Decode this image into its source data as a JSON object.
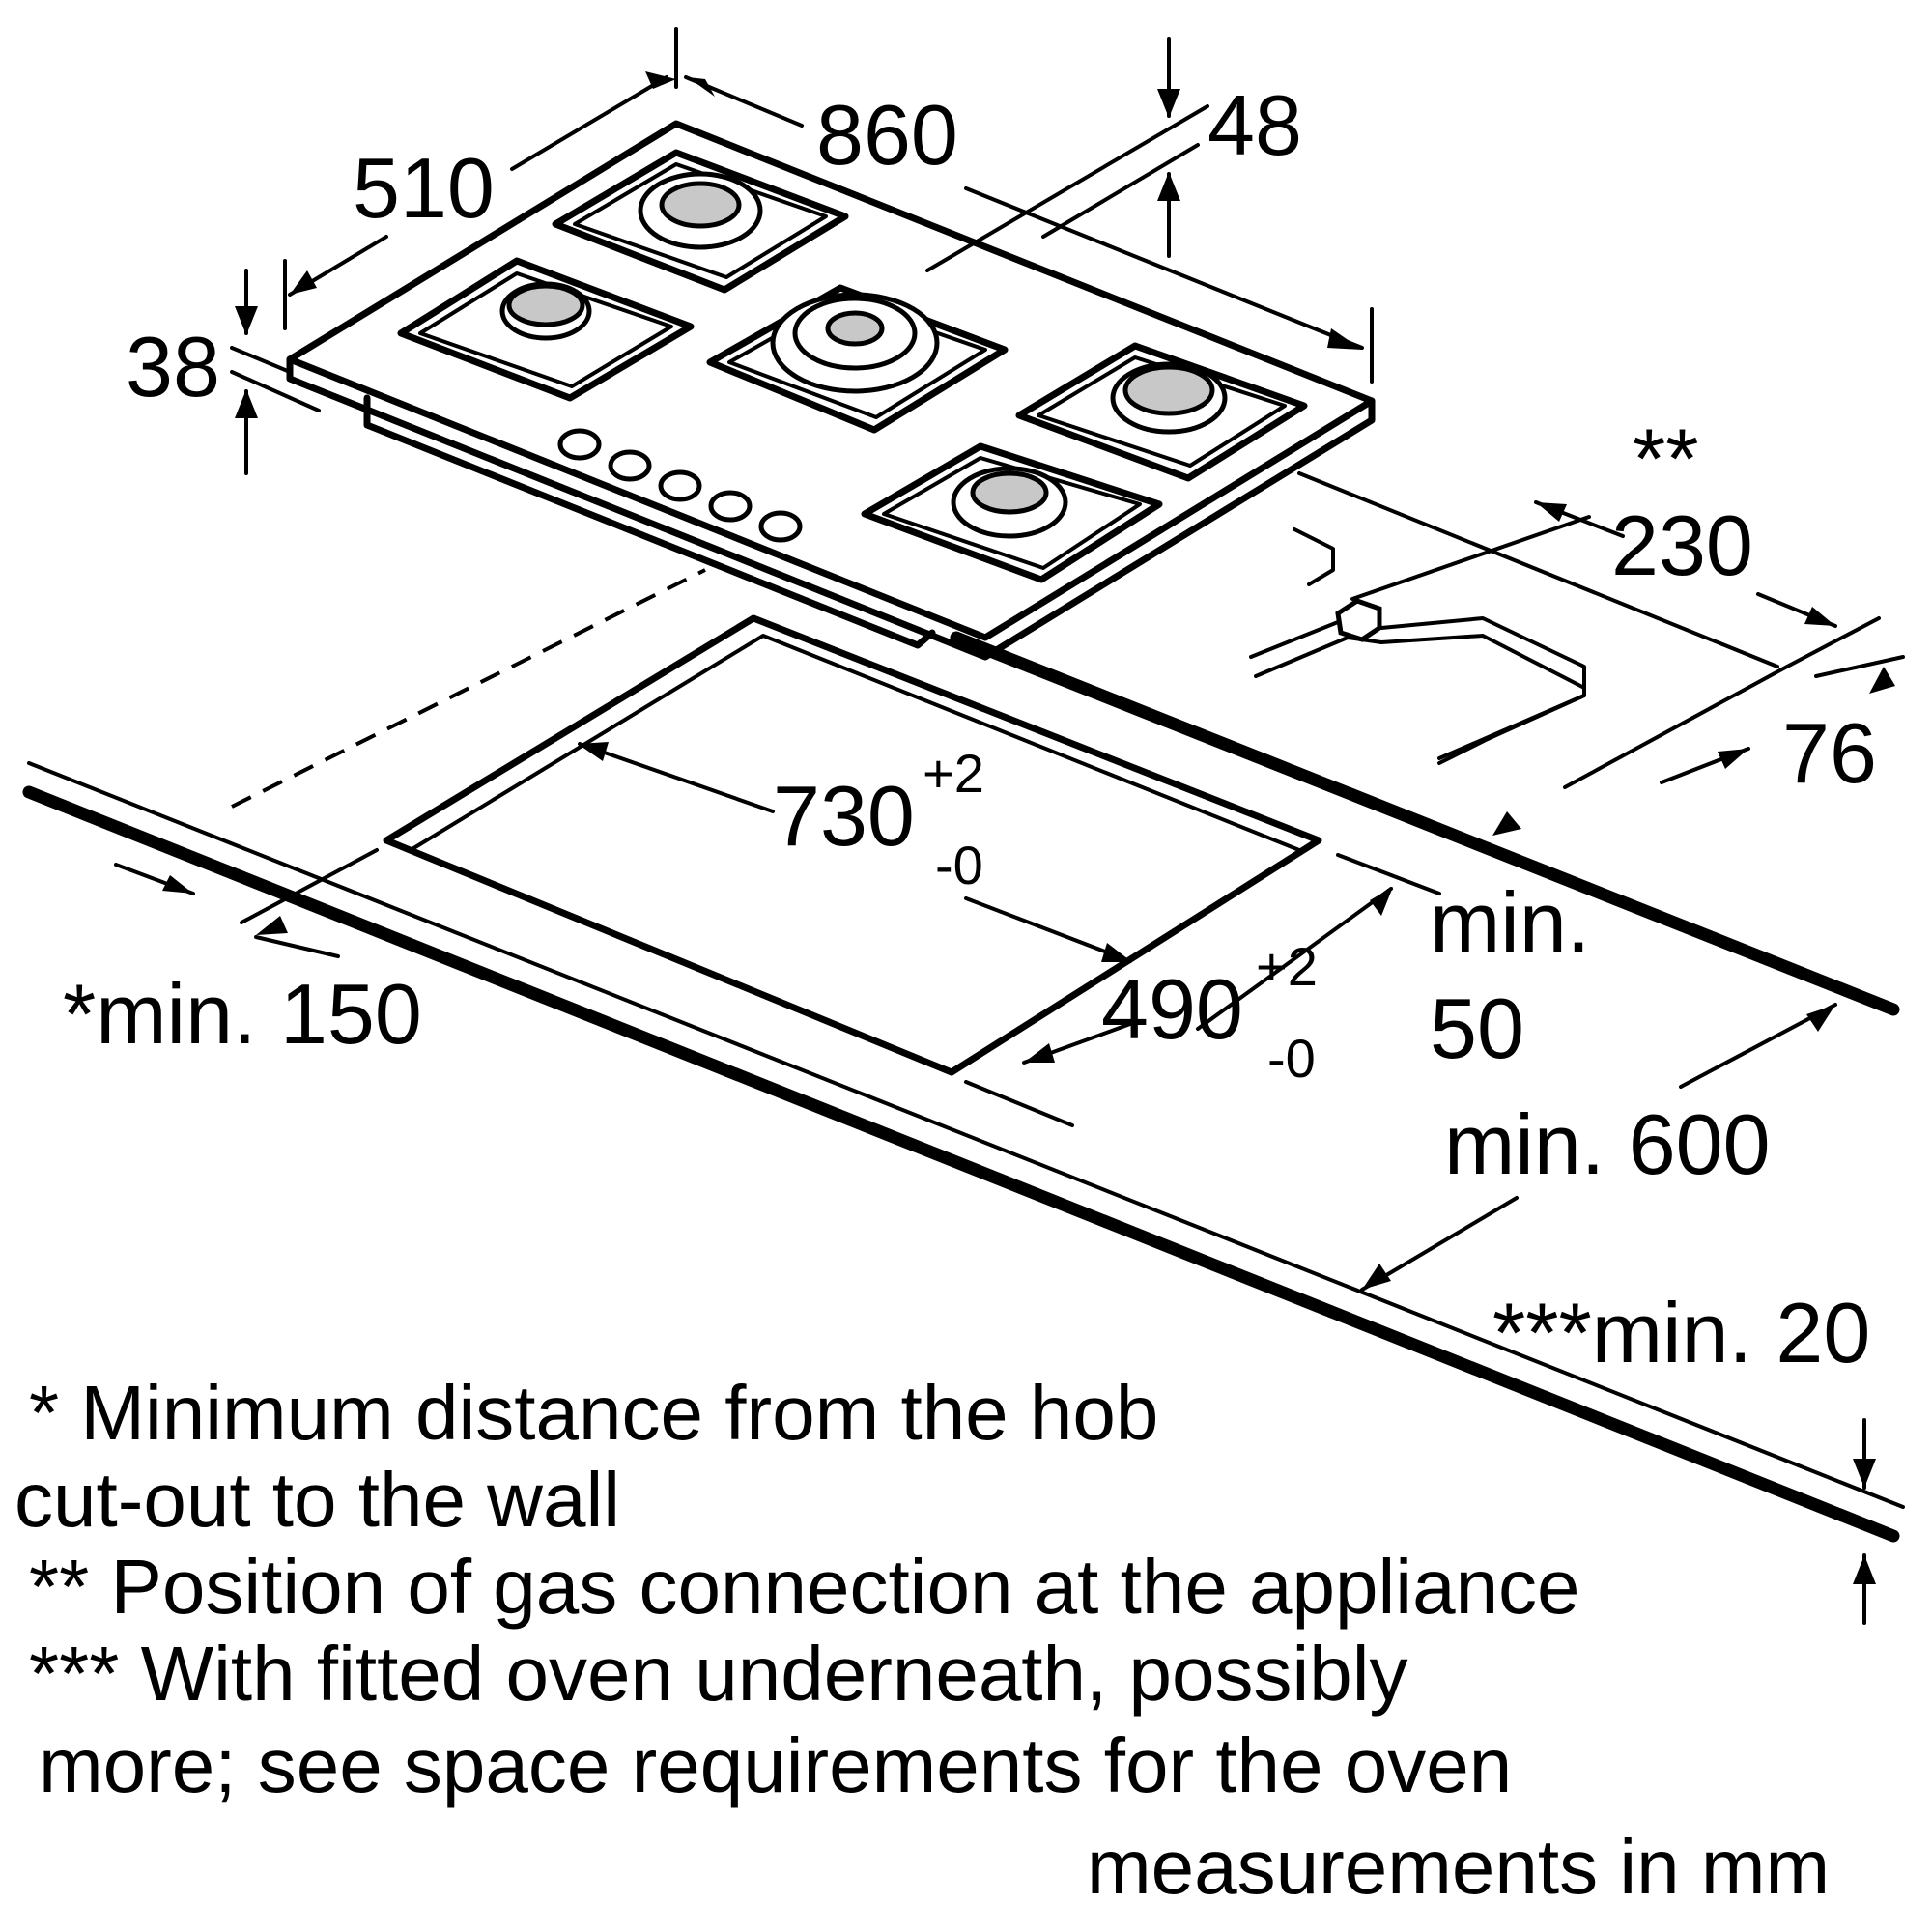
{
  "dimensions": {
    "hob_width": "860",
    "hob_depth": "510",
    "hob_height": "38",
    "top_height": "48",
    "gas_position": "230",
    "gas_marker": "**",
    "gas_offset": "76",
    "cutout_width": "730",
    "cutout_width_tol_plus": "+2",
    "cutout_width_tol_minus": "-0",
    "cutout_depth": "490",
    "cutout_depth_tol_plus": "+2",
    "cutout_depth_tol_minus": "-0",
    "min_wall": "*min. 150",
    "min_front_line1": "min.",
    "min_front_line2": "50",
    "min_cabinet": "min. 600",
    "min_thickness": "***min. 20"
  },
  "notes": {
    "note1_line1": "* Minimum distance from the hob",
    "note1_line2": "cut-out to the wall",
    "note2": "** Position of gas connection at the appliance",
    "note3_line1": "*** With fitted oven underneath, possibly",
    "note3_line2": "more; see space requirements for the oven",
    "units": "measurements in mm"
  }
}
